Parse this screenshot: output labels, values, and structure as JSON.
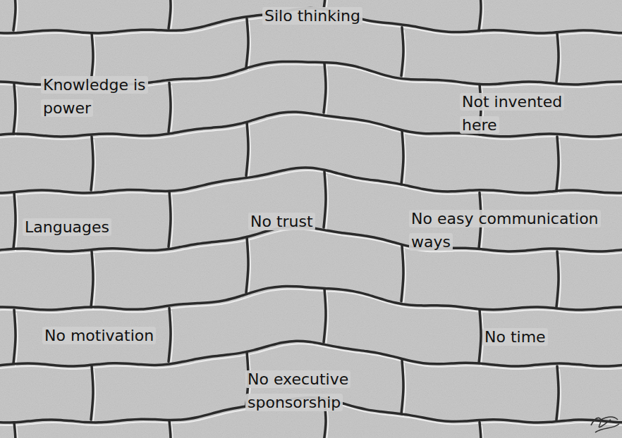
{
  "diagram": {
    "labels": [
      "Silo thinking",
      "Knowledge is power",
      "Not invented here",
      "Languages",
      "No trust",
      "No easy communication ways",
      "No motivation",
      "No time",
      "No executive sponsorship"
    ]
  }
}
